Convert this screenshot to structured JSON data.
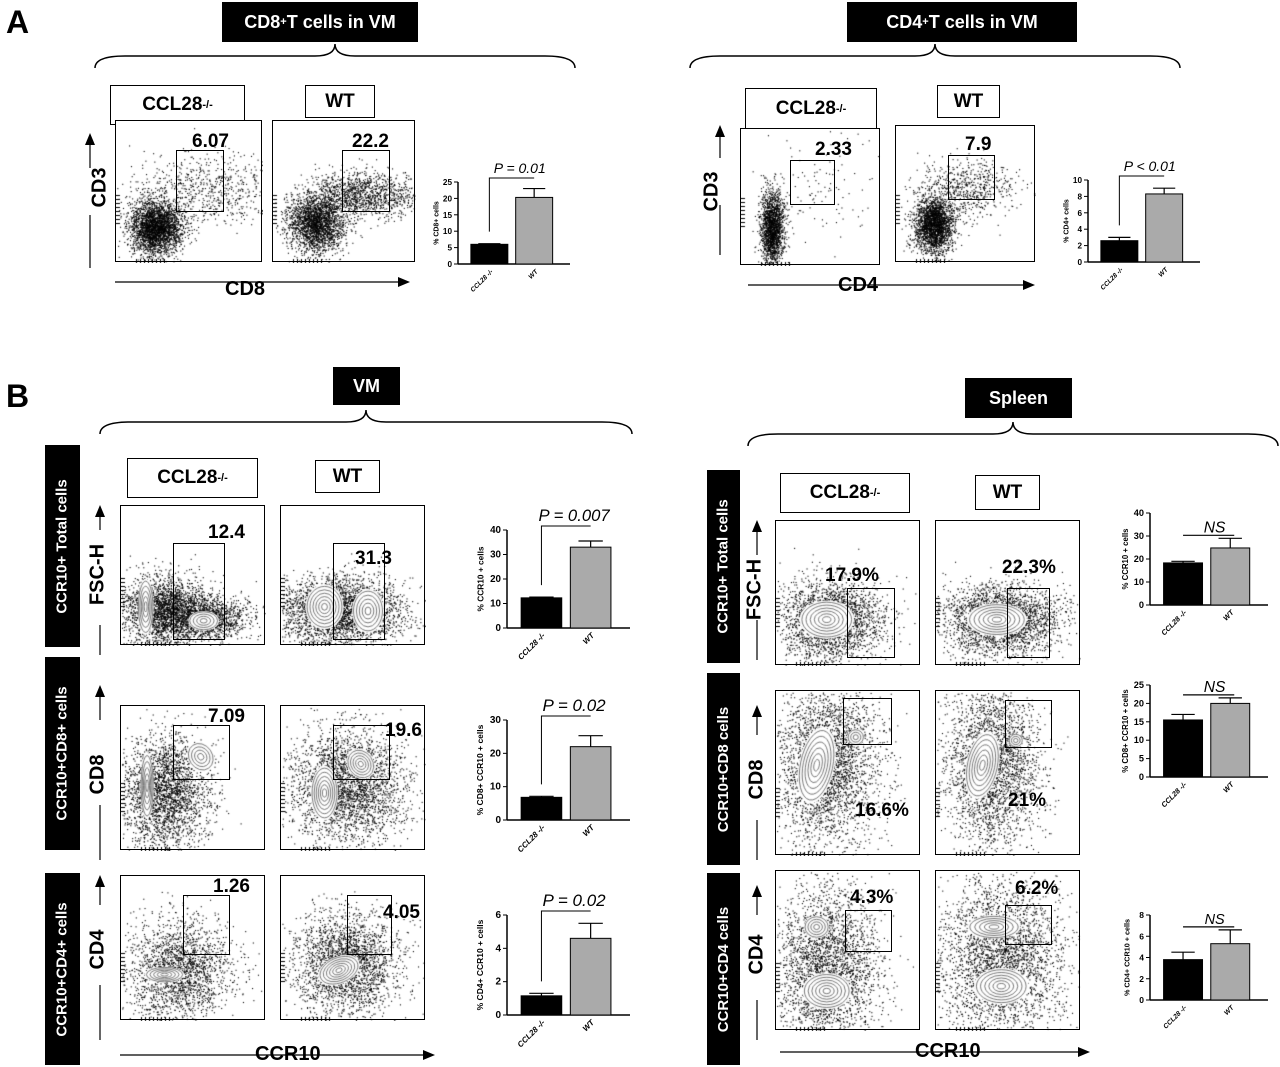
{
  "panel_a": {
    "label": "A",
    "cd8": {
      "title_main": "CD8",
      "title_sup": "+",
      "title_rest": " T cells in VM",
      "ko_label": "CCL28 ",
      "ko_sup": "-/-",
      "wt_label": "WT",
      "y_axis": "CD3",
      "x_axis": "CD8",
      "gates": [
        "6.07",
        "22.2"
      ]
    },
    "cd4": {
      "title_main": "CD4",
      "title_sup": "+",
      "title_rest": " T cells in VM",
      "ko_label": "CCL28 ",
      "ko_sup": "-/-",
      "wt_label": "WT",
      "y_axis": "CD3",
      "x_axis": "CD4",
      "gates": [
        "2.33",
        "7.9"
      ]
    }
  },
  "panel_b": {
    "label": "B",
    "vm": {
      "title": "VM",
      "ko_label": "CCL28",
      "ko_sup": "-/-",
      "wt_label": "WT",
      "x_axis": "CCR10",
      "rows": [
        {
          "label": "CCR10+ Total cells",
          "y_axis": "FSC-H",
          "gates": [
            "12.4",
            "31.3"
          ]
        },
        {
          "label": "CCR10+CD8+ cells",
          "y_axis": "CD8",
          "gates": [
            "7.09",
            "19.6"
          ]
        },
        {
          "label": "CCR10+CD4+ cells",
          "y_axis": "CD4",
          "gates": [
            "1.26",
            "4.05"
          ]
        }
      ]
    },
    "spleen": {
      "title": "Spleen",
      "ko_label": "CCL28",
      "ko_sup": "-/-",
      "wt_label": "WT",
      "x_axis": "CCR10",
      "rows": [
        {
          "label": "CCR10+ Total cells",
          "y_axis": "FSC-H",
          "gates": [
            "17.9%",
            "22.3%"
          ]
        },
        {
          "label": "CCR10+CD8 cells",
          "y_axis": "CD8",
          "gates": [
            "16.6%",
            "21%"
          ]
        },
        {
          "label": "CCR10+CD4 cells",
          "y_axis": "CD4",
          "gates": [
            "4.3%",
            "6.2%"
          ]
        }
      ]
    }
  },
  "colors": {
    "ccl28_bar": "#000000",
    "wt_bar": "#aaaaaa",
    "title_box": "#000000"
  },
  "chart_data": [
    {
      "type": "bar",
      "categories": [
        "CCL28 -/-",
        "WT"
      ],
      "values": [
        6.0,
        20.3
      ],
      "error_upper": [
        6.2,
        23.0
      ],
      "ylabel": "% CD8+ cells",
      "ylim": [
        0,
        25
      ],
      "yticks": [
        0,
        5,
        10,
        15,
        20,
        25
      ],
      "annotation": "P = 0.01",
      "bracket": "corner"
    },
    {
      "type": "bar",
      "categories": [
        "CCL28 -/-",
        "WT"
      ],
      "values": [
        2.6,
        8.3
      ],
      "error_upper": [
        3.0,
        9.0
      ],
      "ylabel": "% CD4+ cells",
      "ylim": [
        0,
        10
      ],
      "yticks": [
        0,
        2,
        4,
        6,
        8,
        10
      ],
      "annotation": "P < 0.01",
      "bracket": "corner"
    },
    {
      "type": "bar",
      "categories": [
        "CCL28 -/-",
        "WT"
      ],
      "values": [
        12.3,
        33.0
      ],
      "error_upper": [
        12.6,
        35.5
      ],
      "ylabel": "% CCR10 + cells",
      "ylim": [
        0,
        40
      ],
      "yticks": [
        0,
        10,
        20,
        30,
        40
      ],
      "annotation": "P = 0.007",
      "bracket": "corner"
    },
    {
      "type": "bar",
      "categories": [
        "CCL28 -/-",
        "WT"
      ],
      "values": [
        6.8,
        22.0
      ],
      "error_upper": [
        7.1,
        25.3
      ],
      "ylabel": "% CD8+ CCR10 + cells",
      "ylim": [
        0,
        30
      ],
      "yticks": [
        0,
        10,
        20,
        30
      ],
      "annotation": "P = 0.02",
      "bracket": "corner"
    },
    {
      "type": "bar",
      "categories": [
        "CCL28 -/-",
        "WT"
      ],
      "values": [
        1.15,
        4.6
      ],
      "error_upper": [
        1.3,
        5.5
      ],
      "ylabel": "% CD4+ CCR10 + cells",
      "ylim": [
        0,
        6
      ],
      "yticks": [
        0,
        2,
        4,
        6
      ],
      "annotation": "P = 0.02",
      "bracket": "corner"
    },
    {
      "type": "bar",
      "categories": [
        "CCL28 -/-",
        "WT"
      ],
      "values": [
        18.3,
        24.8
      ],
      "error_upper": [
        19.0,
        29.0
      ],
      "ylabel": "% CCR10 + cells",
      "ylim": [
        0,
        40
      ],
      "yticks": [
        0,
        10,
        20,
        30,
        40
      ],
      "annotation": "NS",
      "bracket": "line"
    },
    {
      "type": "bar",
      "categories": [
        "CCL28 -/-",
        "WT"
      ],
      "values": [
        15.5,
        20.0
      ],
      "error_upper": [
        17.0,
        21.5
      ],
      "ylabel": "% CD8+ CCR10 + cells",
      "ylim": [
        0,
        25
      ],
      "yticks": [
        0,
        5,
        10,
        15,
        20,
        25
      ],
      "annotation": "NS",
      "bracket": "line"
    },
    {
      "type": "bar",
      "categories": [
        "CCL28 -/-",
        "WT"
      ],
      "values": [
        3.8,
        5.3
      ],
      "error_upper": [
        4.5,
        6.6
      ],
      "ylabel": "% CD4+ CCR10 + cells",
      "ylim": [
        0,
        8
      ],
      "yticks": [
        0,
        2,
        4,
        6,
        8
      ],
      "annotation": "NS",
      "bracket": "line"
    }
  ]
}
